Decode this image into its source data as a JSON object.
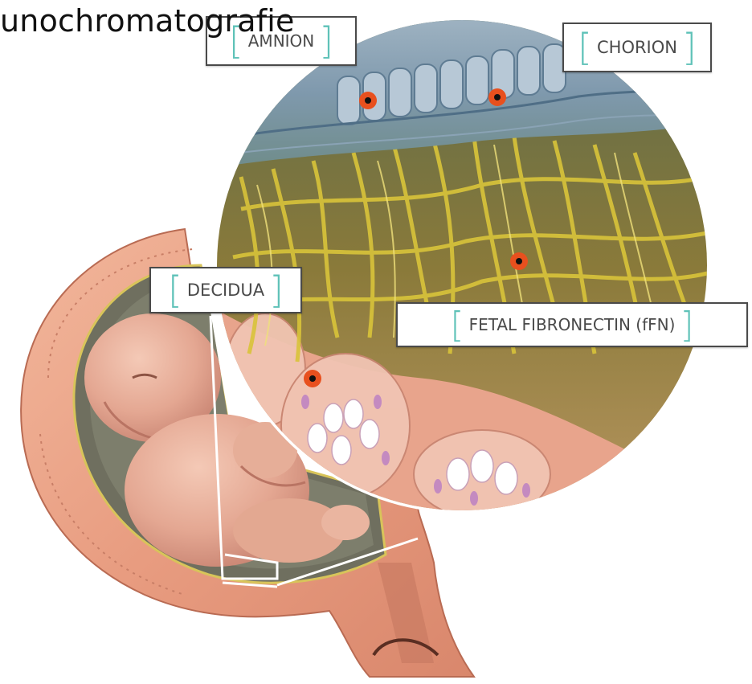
{
  "heading": "unochromatografie",
  "labels": {
    "amnion": "AMNION",
    "chorion": "CHORION",
    "decidua": "DECIDUA",
    "ffn": "FETAL FIBRONECTIN (fFN)"
  },
  "colors": {
    "bracket": "#5fc2b8",
    "label_border": "#4a4a4a",
    "marker_ring": "#e8501e",
    "fibers": "#c9b42a",
    "tissue_pink": "#e9a28c"
  },
  "icons": {
    "marker": "marker-dot-icon"
  }
}
